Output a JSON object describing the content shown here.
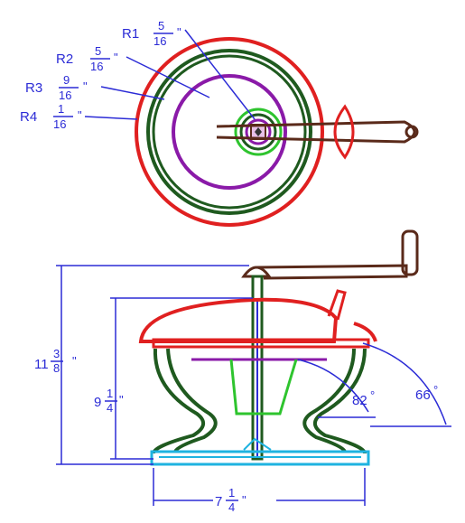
{
  "top_view": {
    "radius_labels": [
      {
        "prefix": "R1",
        "num": "5",
        "den": "16",
        "mark": "\""
      },
      {
        "prefix": "R2",
        "num": "5",
        "den": "16",
        "mark": "\""
      },
      {
        "prefix": "R3",
        "num": "9",
        "den": "16",
        "mark": "\""
      },
      {
        "prefix": "R4",
        "num": "1",
        "den": "16",
        "mark": "\""
      }
    ]
  },
  "side_view": {
    "overall_height": {
      "whole": "11",
      "num": "3",
      "den": "8",
      "mark": "\""
    },
    "body_height": {
      "whole": "9",
      "num": "1",
      "den": "4",
      "mark": "\""
    },
    "base_width": {
      "whole": "7",
      "num": "1",
      "den": "4",
      "mark": "\""
    },
    "inner_angle": {
      "whole": "82",
      "mark": "°"
    },
    "outer_angle": {
      "whole": "66",
      "mark": "°"
    }
  },
  "colors": {
    "dimension": "#2b2bd6",
    "bowl": "#e02020",
    "body": "#1f5a1f",
    "hopper": "#8a1aa8",
    "crank": "#5a2a1a",
    "base": "#1fb3e0",
    "burr": "#2ec42e"
  }
}
